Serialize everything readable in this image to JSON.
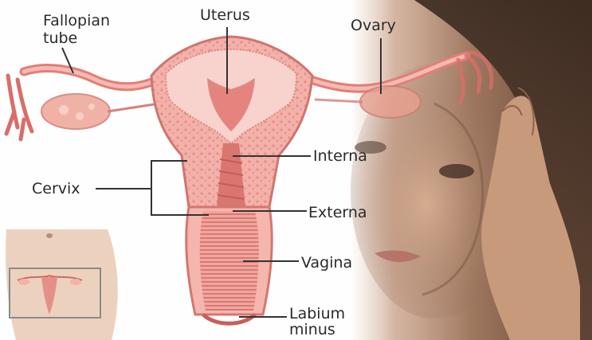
{
  "labels": {
    "fallopian_tube": "Fallopian tube",
    "uterus": "Uterus",
    "ovary": "Ovary",
    "cervix": "Cervix",
    "internal": "Interna",
    "external": "Externa",
    "vagina": "Vagina",
    "labium_minus": "Labium minus"
  },
  "colors": {
    "tissue_light": "#f4b7b0",
    "tissue_mid": "#e98c86",
    "tissue_dark": "#c85a5a",
    "skin": "#e9cdb8",
    "line": "#333333"
  },
  "icons": {
    "photo": "woman-with-headache-photo",
    "inset": "pelvis-inset-illustration"
  }
}
